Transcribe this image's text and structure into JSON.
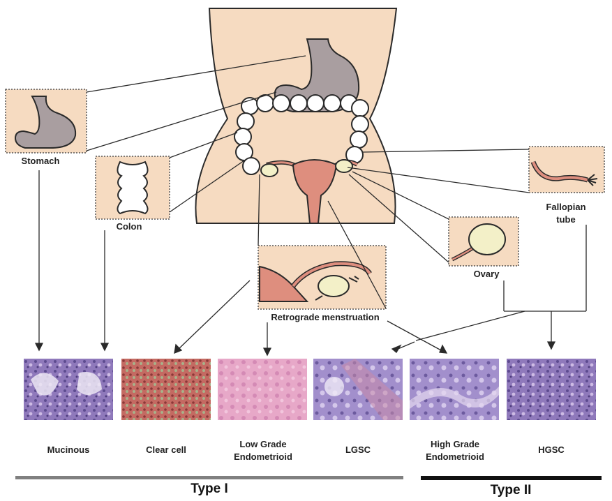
{
  "labels": {
    "stomach": "Stomach",
    "colon": "Colon",
    "fallopian_tube": "Fallopian tube",
    "ovary": "Ovary",
    "retrograde": "Retrograde menstruation"
  },
  "subtypes": [
    {
      "name": "Mucinous"
    },
    {
      "name": "Clear cell"
    },
    {
      "name": "Low Grade Endometrioid"
    },
    {
      "name": "LGSC"
    },
    {
      "name": "High Grade Endometrioid"
    },
    {
      "name": "HGSC"
    }
  ],
  "types": {
    "type1": "Type I",
    "type2": "Type II"
  },
  "colors": {
    "body_skin": "#f6dbc1",
    "organ_gray": "#a99ea0",
    "uterus_pink": "#de8e7e",
    "ovary_cream": "#f3f0c8",
    "type1_bar": "#808080",
    "type2_bar": "#111111",
    "histology_purple": "#9a7fc0",
    "histology_pink": "#e7a5c6",
    "histology_red": "#b85a5a"
  }
}
